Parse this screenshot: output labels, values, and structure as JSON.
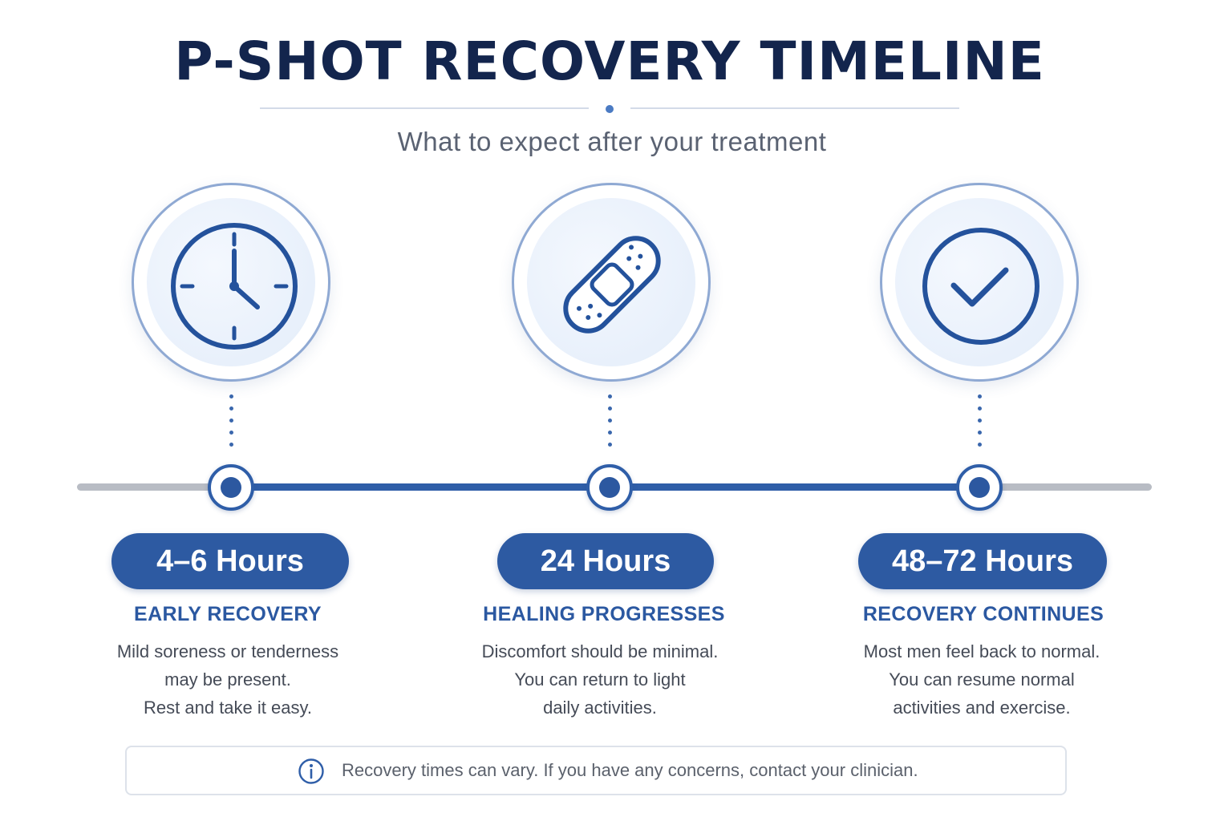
{
  "header": {
    "title": "P-SHOT RECOVERY TIMELINE",
    "subtitle": "What to expect after your treatment"
  },
  "stages": [
    {
      "icon": "clock-icon",
      "time": "4–6 Hours",
      "phase": "EARLY RECOVERY",
      "lines": [
        "Mild soreness or tenderness",
        "may be present.",
        "Rest and take it easy."
      ]
    },
    {
      "icon": "bandage-icon",
      "time": "24 Hours",
      "phase": "HEALING PROGRESSES",
      "lines": [
        "Discomfort should be minimal.",
        "You can return to light",
        "daily activities."
      ]
    },
    {
      "icon": "checkmark-icon",
      "time": "48–72 Hours",
      "phase": "RECOVERY CONTINUES",
      "lines": [
        "Most men feel back to normal.",
        "You can resume normal",
        "activities and exercise."
      ]
    }
  ],
  "footer": {
    "icon": "info-icon",
    "note": "Recovery times can vary. If you have any concerns, contact your clinician."
  },
  "colors": {
    "title": "#13254d",
    "accent": "#2d5aa2",
    "track_inactive": "#b8bcc4",
    "body_text": "#454b57"
  }
}
